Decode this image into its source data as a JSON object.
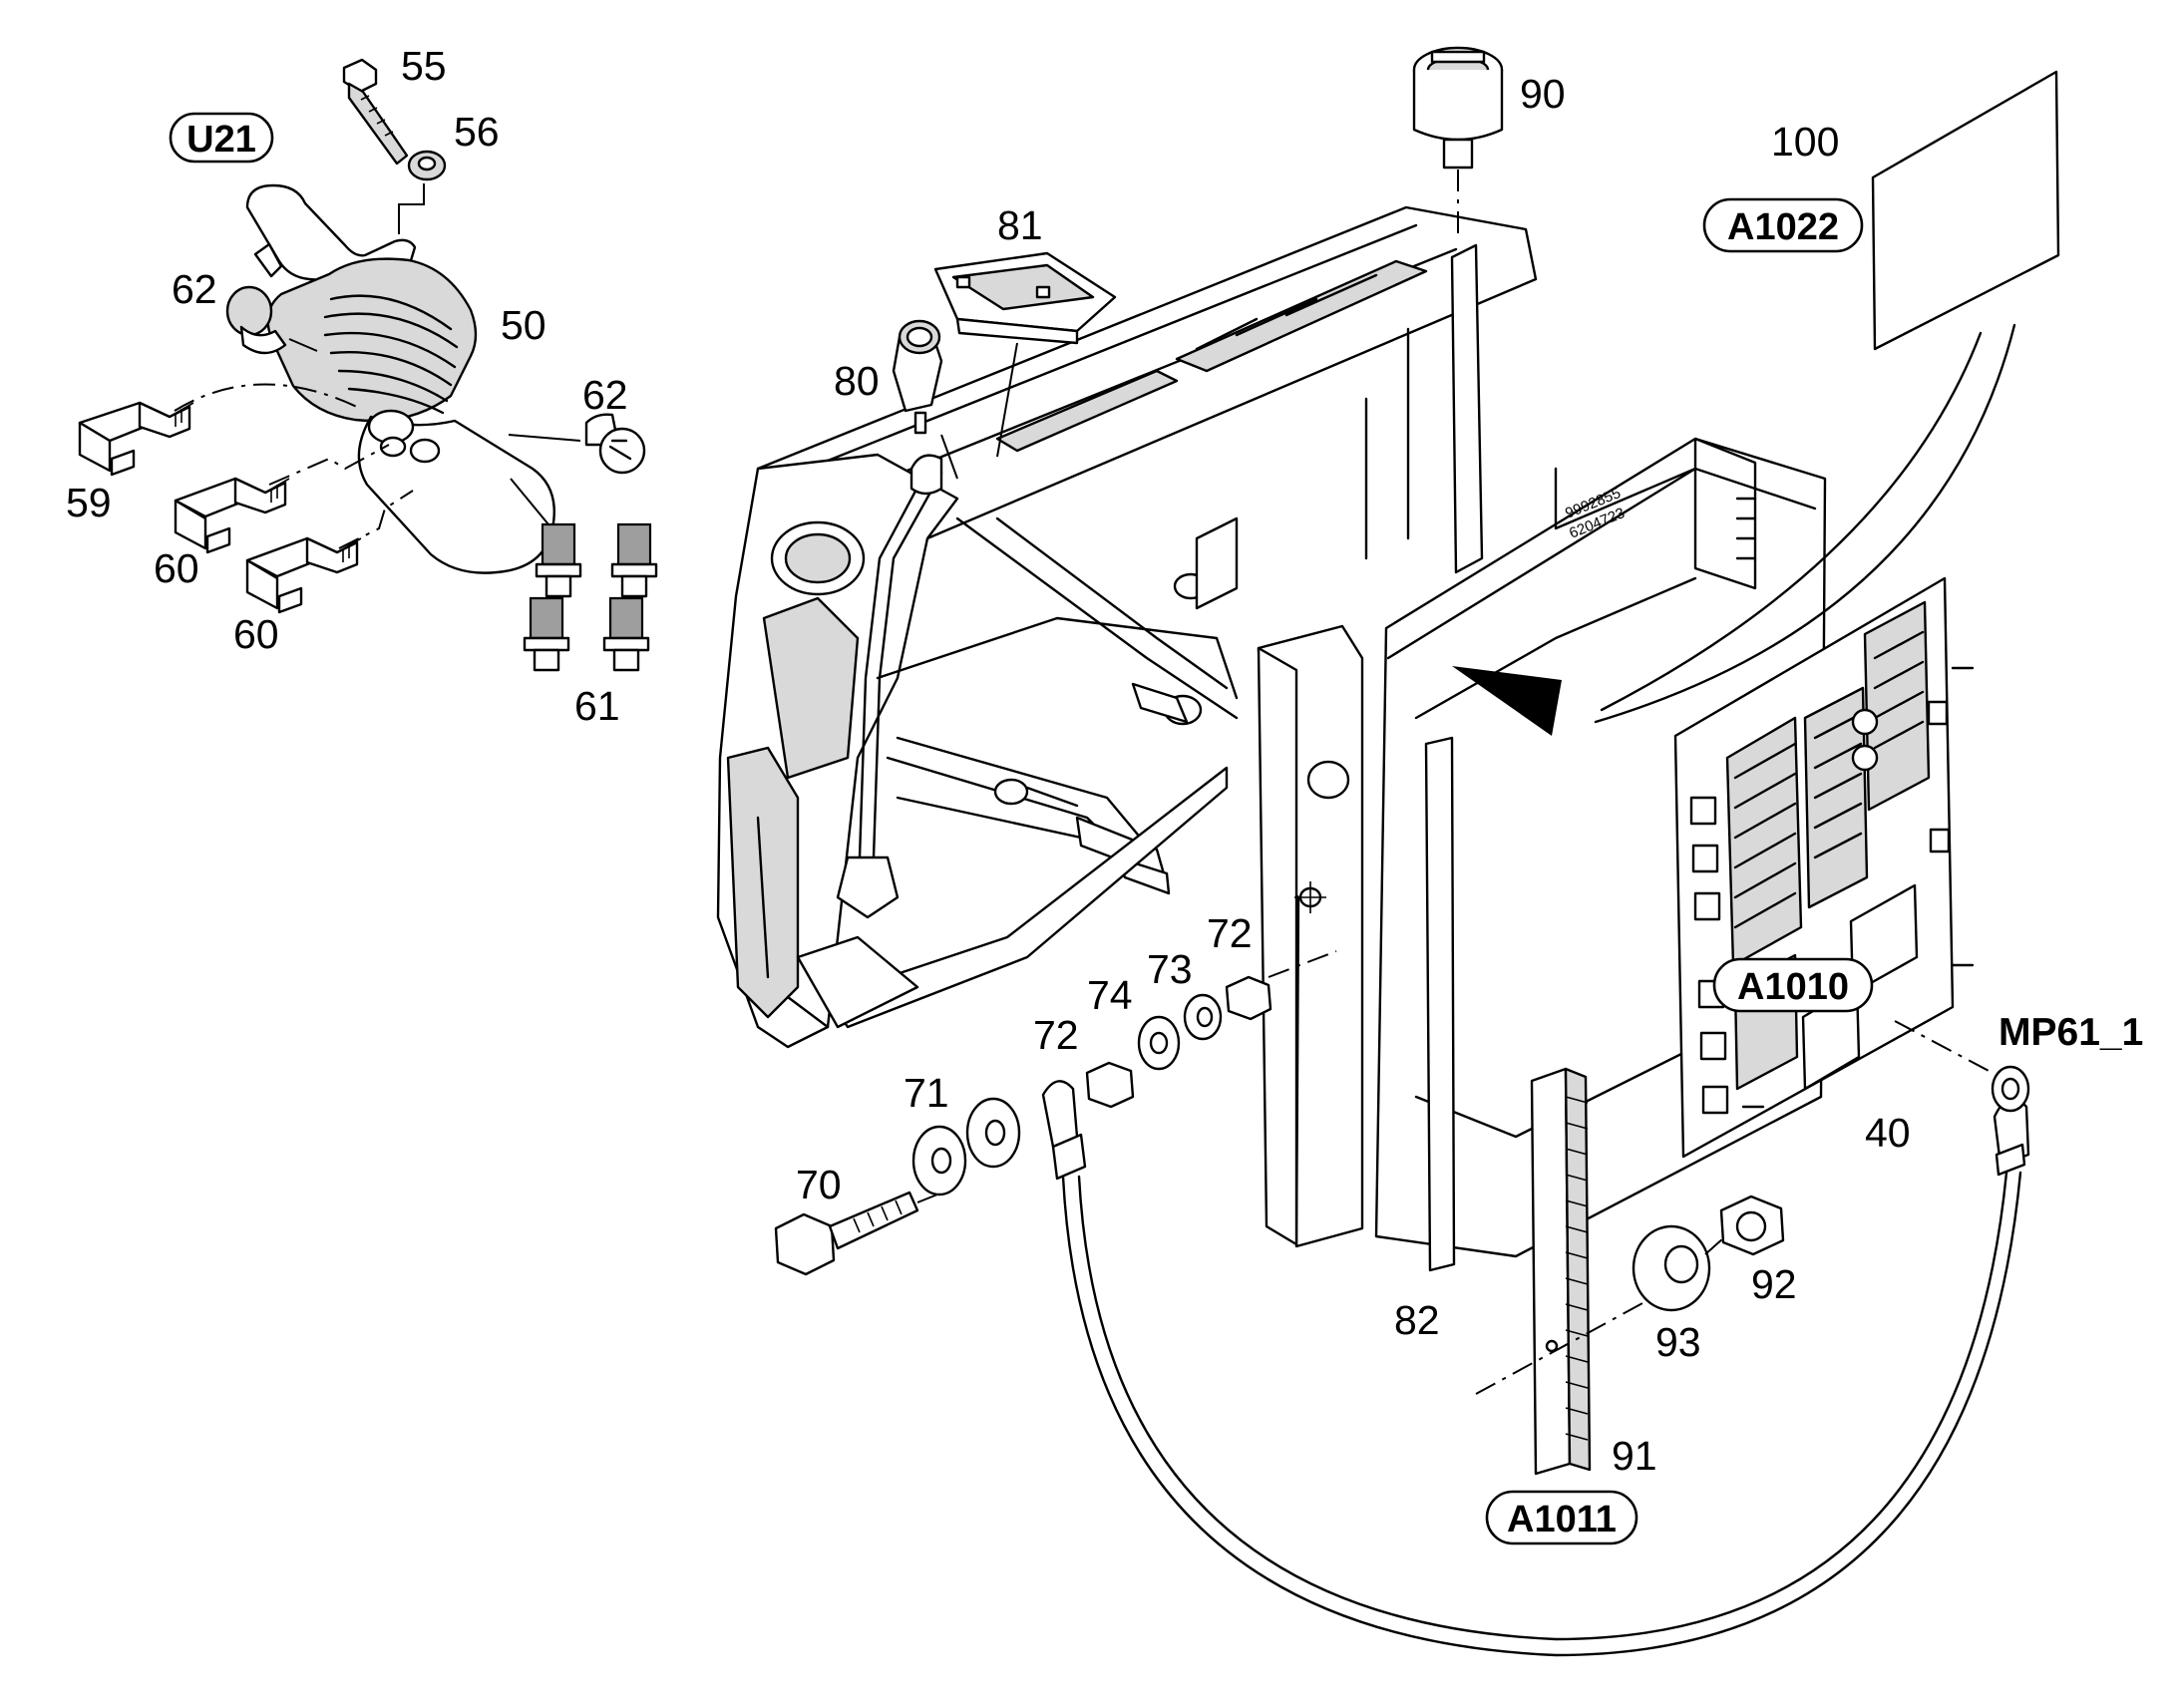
{
  "part_numbers": {
    "p55": "55",
    "p56": "56",
    "p62a": "62",
    "p50": "50",
    "p62b": "62",
    "p59": "59",
    "p60a": "60",
    "p60b": "60",
    "p61": "61",
    "p80": "80",
    "p81": "81",
    "p90": "90",
    "p100": "100",
    "p72a": "72",
    "p73": "73",
    "p74": "74",
    "p72b": "72",
    "p71": "71",
    "p70": "70",
    "p40": "40",
    "p82": "82",
    "p93": "93",
    "p92": "92",
    "p91": "91"
  },
  "references": {
    "u21": "U21",
    "a1022": "A1022",
    "a1010": "A1010",
    "a1011": "A1011",
    "mp61": "MP61_1"
  },
  "print_marks": {
    "code1": "9992855",
    "code2": "6204723"
  }
}
